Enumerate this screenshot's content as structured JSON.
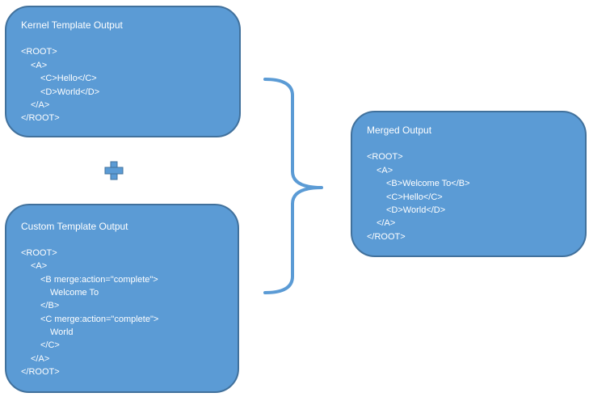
{
  "kernel": {
    "title": "Kernel Template Output",
    "lines": [
      "<ROOT>",
      "<A>",
      "<C>Hello</C>",
      "<D>World</D>",
      "</A>",
      "</ROOT>"
    ]
  },
  "custom": {
    "title": "Custom Template Output",
    "lines": [
      "<ROOT>",
      "<A>",
      "<B merge:action=\"complete\">",
      "Welcome To",
      "</B>",
      "<C merge:action=\"complete\">",
      "World",
      "</C>",
      "</A>",
      "</ROOT>"
    ]
  },
  "merged": {
    "title": "Merged Output",
    "lines": [
      "<ROOT>",
      "<A>",
      "<B>Welcome To</B>",
      "<C>Hello</C>",
      "<D>World</D>",
      "</A>",
      "</ROOT>"
    ]
  },
  "colors": {
    "box_fill": "#5b9bd5",
    "box_border": "#41719c",
    "text": "#ffffff"
  },
  "icons": {
    "plus": "plus-icon",
    "brace": "right-curly-brace"
  }
}
